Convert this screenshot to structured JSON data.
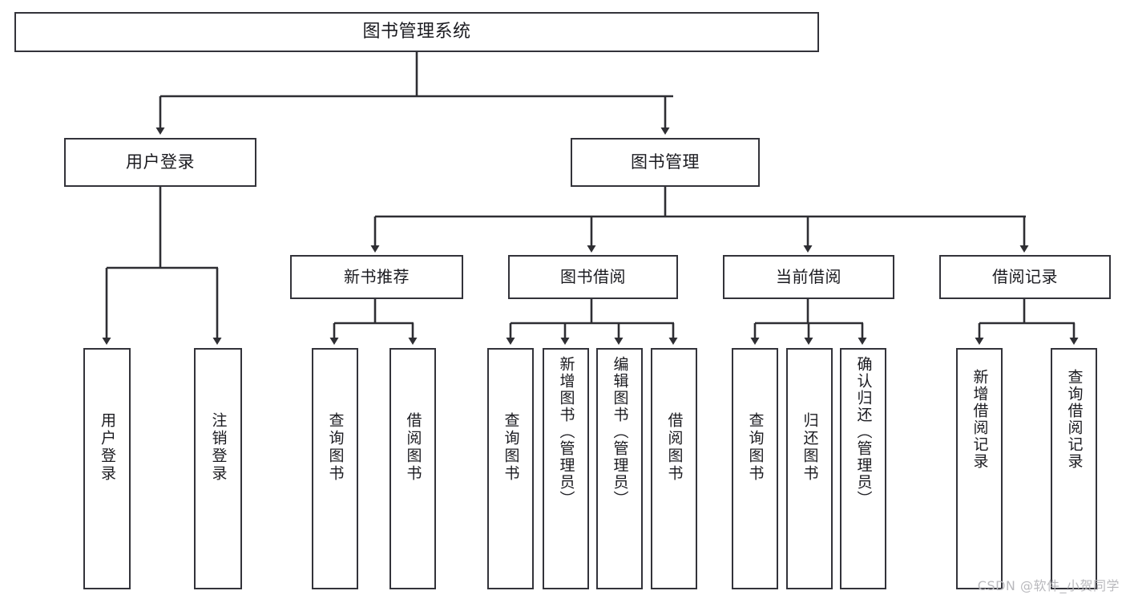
{
  "diagram": {
    "title": "图书管理系统",
    "type": "tree",
    "watermark": "CSDN @软件_小贺同学",
    "colors": {
      "border": "#33333a",
      "background": "#ffffff",
      "text": "#1b1b20",
      "connector": "#2e2e33",
      "watermark": "#b9b9bd"
    },
    "root": {
      "label": "图书管理系统"
    },
    "level1": [
      {
        "label": "用户登录"
      },
      {
        "label": "图书管理"
      }
    ],
    "level2": [
      {
        "label": "新书推荐"
      },
      {
        "label": "图书借阅"
      },
      {
        "label": "当前借阅"
      },
      {
        "label": "借阅记录"
      }
    ],
    "leaves": {
      "user_login": [
        {
          "label": "用户登录"
        },
        {
          "label": "注销登录"
        }
      ],
      "new_book_recommend": [
        {
          "label": "查询图书"
        },
        {
          "label": "借阅图书"
        }
      ],
      "book_borrow": [
        {
          "label": "查询图书"
        },
        {
          "label": "新增图书（管理员）"
        },
        {
          "label": "编辑图书（管理员）"
        },
        {
          "label": "借阅图书"
        }
      ],
      "current_borrow": [
        {
          "label": "查询图书"
        },
        {
          "label": "归还图书"
        },
        {
          "label": "确认归还（管理员）"
        }
      ],
      "borrow_record": [
        {
          "label": "新增借阅记录"
        },
        {
          "label": "查询借阅记录"
        }
      ]
    }
  }
}
